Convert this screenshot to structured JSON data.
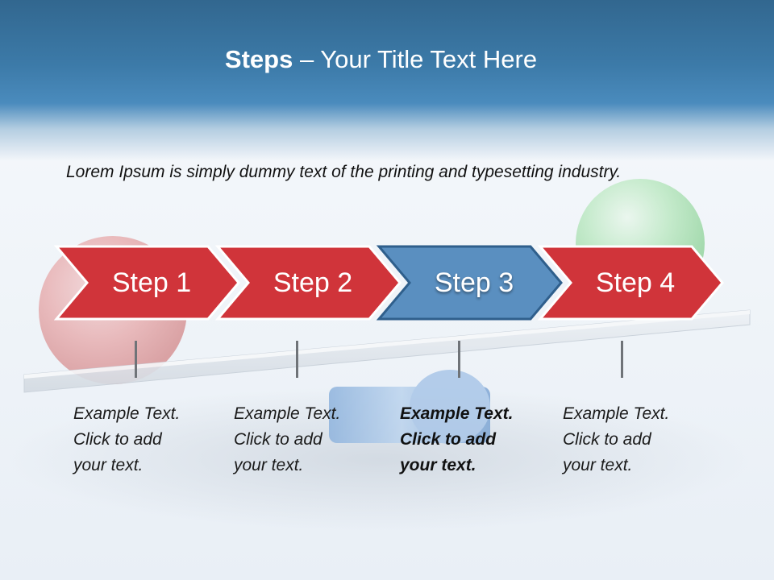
{
  "header": {
    "title_strong": "Steps",
    "title_rest": "  – Your Title Text Here"
  },
  "intro": "Lorem Ipsum is simply dummy text of the printing and typesetting industry.",
  "steps": [
    {
      "label": "Step 1",
      "text": "Example Text.\nClick  to add\nyour text."
    },
    {
      "label": "Step 2",
      "text": "Example Text.\nClick  to add\nyour text."
    },
    {
      "label": "Step 3",
      "text": "Example Text.\nClick  to add\nyour text."
    },
    {
      "label": "Step 4",
      "text": "Example Text.\nClick  to add\nyour text."
    }
  ],
  "active_step": 3,
  "colors": {
    "header": "#3c7aa8",
    "step_red": "#d0343a",
    "step_blue": "#5a8fc0",
    "ball_red": "#e06a6a",
    "ball_green": "#6fd07a",
    "ball_blue": "#6e9fd6",
    "plank": "#dfe5eb"
  }
}
